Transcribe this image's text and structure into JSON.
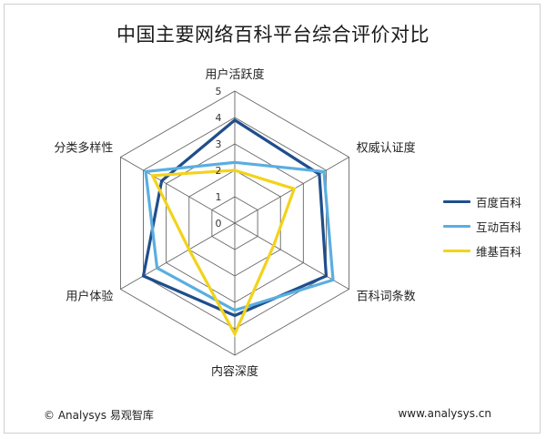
{
  "title": "中国主要网络百科平台综合评价对比",
  "footer": {
    "left": "© Analysys 易观智库",
    "right": "www.analysys.cn"
  },
  "colors": {
    "grid": "#666666",
    "baidu": "#1f4e8c",
    "hudong": "#5aaee0",
    "weiji": "#f2d31b"
  },
  "chart_data": {
    "type": "radar",
    "axes": [
      "用户活跃度",
      "权威认证度",
      "百科词条数",
      "内容深度",
      "用户体验",
      "分类多样性"
    ],
    "rlim": [
      0,
      5
    ],
    "ticks": [
      "0",
      "1",
      "2",
      "3",
      "4",
      "5"
    ],
    "grid": true,
    "legend_position": "right",
    "series": [
      {
        "name": "百度百科",
        "color": "#1f4e8c",
        "values": [
          3.9,
          3.7,
          4.0,
          3.5,
          4.0,
          3.2
        ]
      },
      {
        "name": "互动百科",
        "color": "#5aaee0",
        "values": [
          2.3,
          3.9,
          4.3,
          3.3,
          3.4,
          3.9
        ]
      },
      {
        "name": "维基百科",
        "color": "#f2d31b",
        "values": [
          2.0,
          2.6,
          1.7,
          4.2,
          2.0,
          3.6
        ]
      }
    ]
  }
}
